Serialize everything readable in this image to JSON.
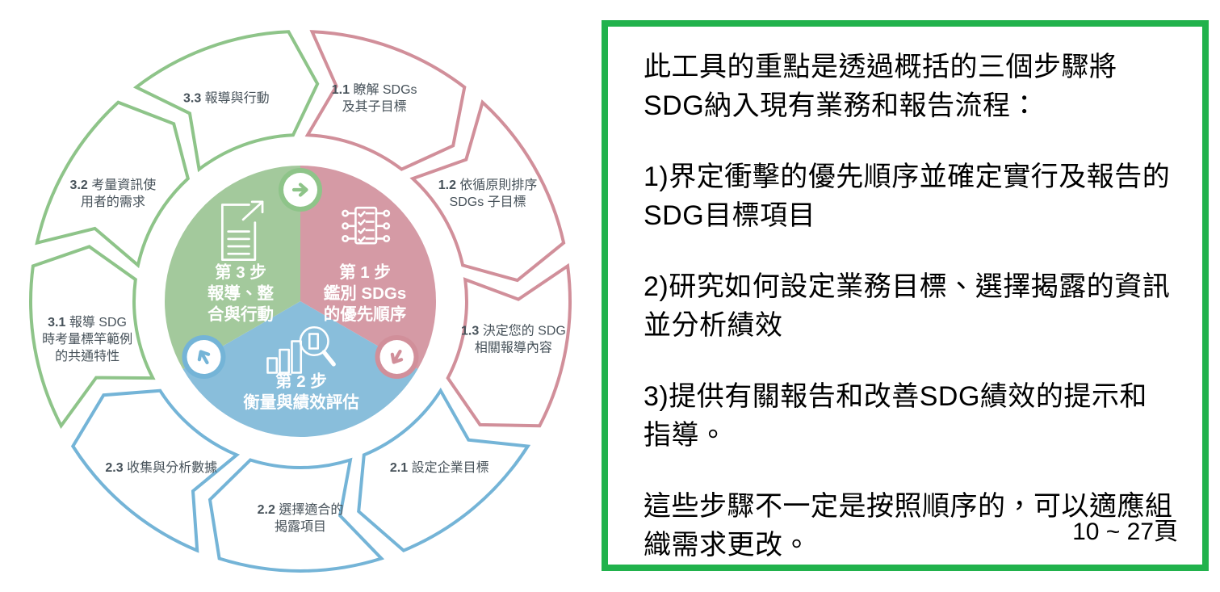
{
  "diagram": {
    "center_text_color": "#ffffff",
    "label_color": "#47525a",
    "center_steps": [
      {
        "name": "step-1",
        "lines": [
          "第 1 步",
          "鑑別 SDGs",
          "的優先順序"
        ],
        "fill": "#d59aa5",
        "icon": "checklist-icon"
      },
      {
        "name": "step-2",
        "lines": [
          "第 2 步",
          "衡量與績效評估"
        ],
        "fill": "#89bedb",
        "icon": "chart-magnifier-icon"
      },
      {
        "name": "step-3",
        "lines": [
          "第 3 步",
          "報導、整",
          "合與行動"
        ],
        "fill": "#a3c99c",
        "icon": "document-export-icon"
      }
    ],
    "flow_arrows": [
      {
        "name": "arrow-step3-to-step1",
        "direction": "right",
        "color": "#8ec489"
      },
      {
        "name": "arrow-step1-to-step2",
        "direction": "down-left",
        "color": "#d18f9a"
      },
      {
        "name": "arrow-step2-to-step3",
        "direction": "up-left",
        "color": "#74b4d7"
      }
    ],
    "ring_colors": {
      "step-1": "#d18f9a",
      "step-2": "#74b4d7",
      "step-3": "#8ec489"
    },
    "ring_segments": [
      {
        "num": "1.1",
        "lines": [
          "瞭解 SDGs",
          "及其子目標"
        ],
        "group": "step-1"
      },
      {
        "num": "1.2",
        "lines": [
          "依循原則排序",
          "SDGs 子目標"
        ],
        "group": "step-1"
      },
      {
        "num": "1.3",
        "lines": [
          "決定您的 SDG",
          "相關報導內容"
        ],
        "group": "step-1"
      },
      {
        "num": "2.1",
        "lines": [
          "設定企業目標"
        ],
        "group": "step-2"
      },
      {
        "num": "2.2",
        "lines": [
          "選擇適合的",
          "揭露項目"
        ],
        "group": "step-2"
      },
      {
        "num": "2.3",
        "lines": [
          "收集與分析數據"
        ],
        "group": "step-2"
      },
      {
        "num": "3.1",
        "lines": [
          "報導 SDG",
          "時考量標竿範例",
          "的共通特性"
        ],
        "group": "step-3"
      },
      {
        "num": "3.2",
        "lines": [
          "考量資訊使",
          "用者的需求"
        ],
        "group": "step-3"
      },
      {
        "num": "3.3",
        "lines": [
          "報導與行動"
        ],
        "group": "step-3"
      }
    ]
  },
  "panel": {
    "border_color": "#21b24c",
    "paragraphs": [
      "此工具的重點是透過概括的三個步驟將SDG納入現有業務和報告流程：",
      "1)界定衝擊的優先順序並確定實行及報告的SDG目標項目",
      "2)研究如何設定業務目標、選擇揭露的資訊並分析績效",
      "3)提供有關報告和改善SDG績效的提示和指導。",
      "這些步驟不一定是按照順序的，可以適應組織需求更改。"
    ],
    "page_ref": "10 ~ 27頁"
  }
}
